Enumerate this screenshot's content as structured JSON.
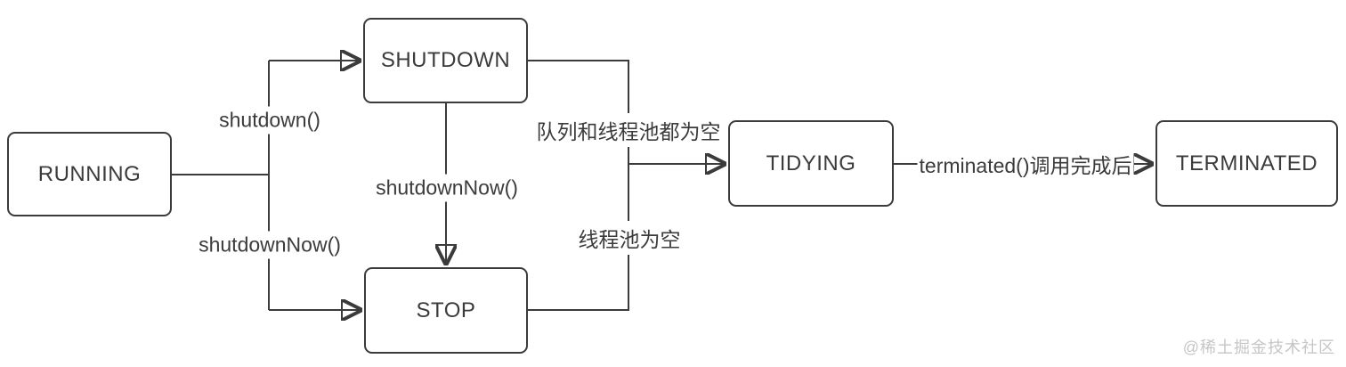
{
  "colors": {
    "line": "#3b3b3b",
    "text": "#3b3b3b",
    "background": "#ffffff",
    "watermark_text": "#c6c6c6"
  },
  "nodes": {
    "running": {
      "label": "RUNNING"
    },
    "shutdown": {
      "label": "SHUTDOWN"
    },
    "stop": {
      "label": "STOP"
    },
    "tidying": {
      "label": "TIDYING"
    },
    "terminated": {
      "label": "TERMINATED"
    }
  },
  "edges": [
    {
      "from": "RUNNING",
      "to": "SHUTDOWN",
      "label": "shutdown()"
    },
    {
      "from": "RUNNING",
      "to": "STOP",
      "label": "shutdownNow()"
    },
    {
      "from": "SHUTDOWN",
      "to": "STOP",
      "label": "shutdownNow()"
    },
    {
      "from": "SHUTDOWN",
      "to": "TIDYING",
      "label": "队列和线程池都为空"
    },
    {
      "from": "STOP",
      "to": "TIDYING",
      "label": "线程池为空"
    },
    {
      "from": "TIDYING",
      "to": "TERMINATED",
      "label": "terminated()调用完成后"
    }
  ],
  "watermark": "@稀土掘金技术社区"
}
